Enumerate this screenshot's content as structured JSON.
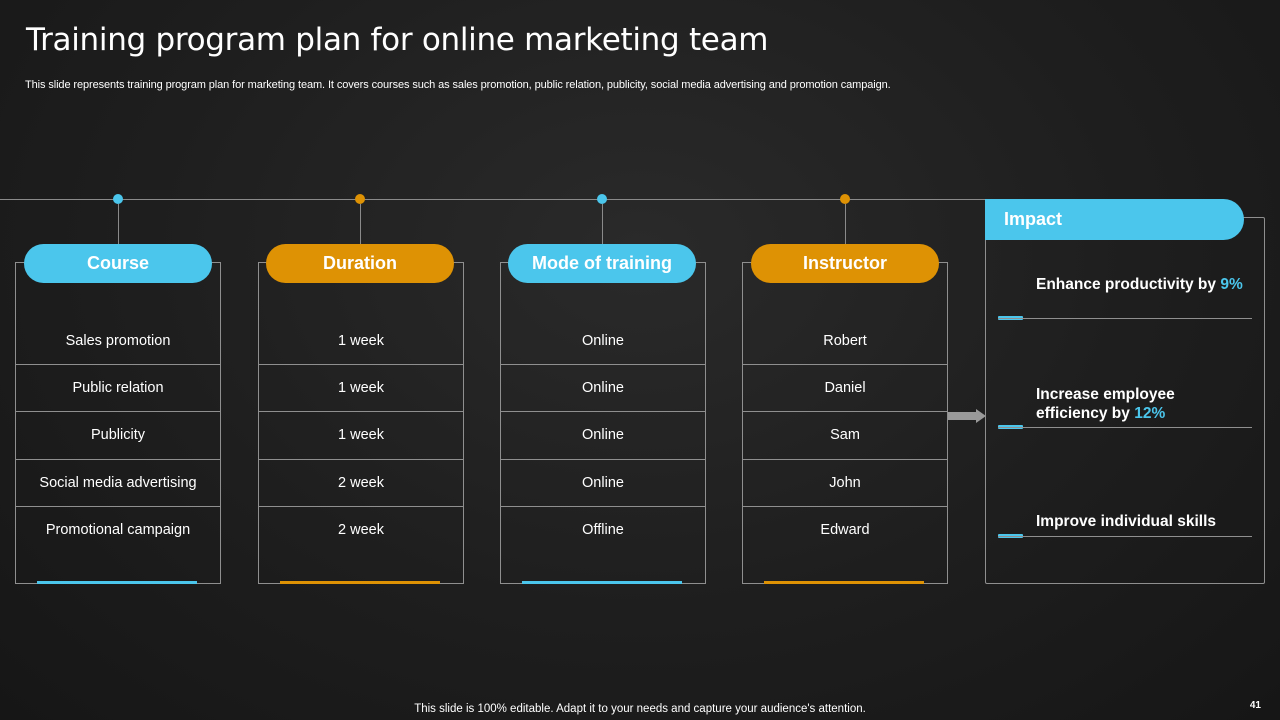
{
  "slide": {
    "title": "Training program plan for online marketing team",
    "subtitle": "This slide represents training program plan for marketing team. It covers courses such as sales promotion, public relation, publicity, social media advertising and promotion campaign.",
    "footer": "This slide is 100% editable. Adapt it to your needs and capture your audience's attention.",
    "page_number": "41"
  },
  "colors": {
    "blue": "#4bc6ec",
    "orange": "#de9204",
    "background": "#1e1e1e",
    "line": "#8f8f8f"
  },
  "columns": [
    {
      "header": "Course",
      "color": "blue",
      "rows": [
        "Sales promotion",
        "Public relation",
        "Publicity",
        "Social media advertising",
        "Promotional campaign"
      ]
    },
    {
      "header": "Duration",
      "color": "orange",
      "rows": [
        "1 week",
        "1 week",
        "1 week",
        "2 week",
        "2 week"
      ]
    },
    {
      "header": "Mode of training",
      "color": "blue",
      "rows": [
        "Online",
        "Online",
        "Online",
        "Online",
        "Offline"
      ]
    },
    {
      "header": "Instructor",
      "color": "orange",
      "rows": [
        "Robert",
        "Daniel",
        "Sam",
        "John",
        "Edward"
      ]
    }
  ],
  "impact": {
    "header": "Impact",
    "items": [
      {
        "text": "Enhance productivity by",
        "highlight": "9%"
      },
      {
        "text": "Increase employee efficiency by",
        "highlight": "12%"
      },
      {
        "text": "Improve individual skills",
        "highlight": ""
      }
    ]
  },
  "icons": {
    "arrow": "right-arrow-icon"
  }
}
